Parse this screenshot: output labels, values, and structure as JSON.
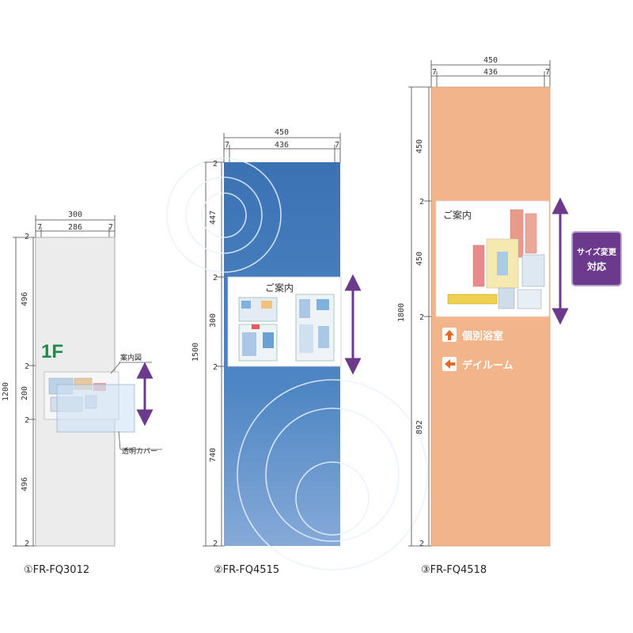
{
  "panels": [
    {
      "model": "①FR-FQ3012",
      "width_total": "300",
      "width_inner": "286",
      "width_edge_left": "7",
      "width_edge_right": "7",
      "height_total": "1200",
      "seg_top": "496",
      "seg_mid": "200",
      "seg_bot": "496",
      "seg_edge_a": "2",
      "seg_edge_b": "2",
      "seg_edge_c": "2",
      "seg_edge_d": "2",
      "floor": "1F",
      "callout_top": "案内図",
      "callout_bottom": "透明カバー"
    },
    {
      "model": "②FR-FQ4515",
      "width_total": "450",
      "width_inner": "436",
      "width_edge_left": "7",
      "width_edge_right": "7",
      "height_total": "1500",
      "seg_top": "447",
      "seg_mid": "300",
      "seg_bot": "740",
      "seg_edge_a": "2",
      "seg_edge_b": "2",
      "seg_edge_c": "2",
      "seg_edge_d": "2",
      "map_title": "ご案内"
    },
    {
      "model": "③FR-FQ4518",
      "width_total": "450",
      "width_inner": "436",
      "width_edge_left": "7",
      "width_edge_right": "7",
      "height_total": "1800",
      "seg_top": "450",
      "seg_mid": "450",
      "seg_bot": "892",
      "seg_edge_a": "2",
      "seg_edge_b": "2",
      "seg_edge_c": "2",
      "map_title": "ご案内",
      "sign1": "個別浴室",
      "sign2": "デイルーム",
      "badge_line1": "サイズ変更",
      "badge_line2": "対応"
    }
  ],
  "colors": {
    "panel1": "#ececec",
    "panel2": "#3f7ab8",
    "panel3": "#f2b48a",
    "accent": "#6b3a8c",
    "floor_text": "#1f8a4c"
  }
}
